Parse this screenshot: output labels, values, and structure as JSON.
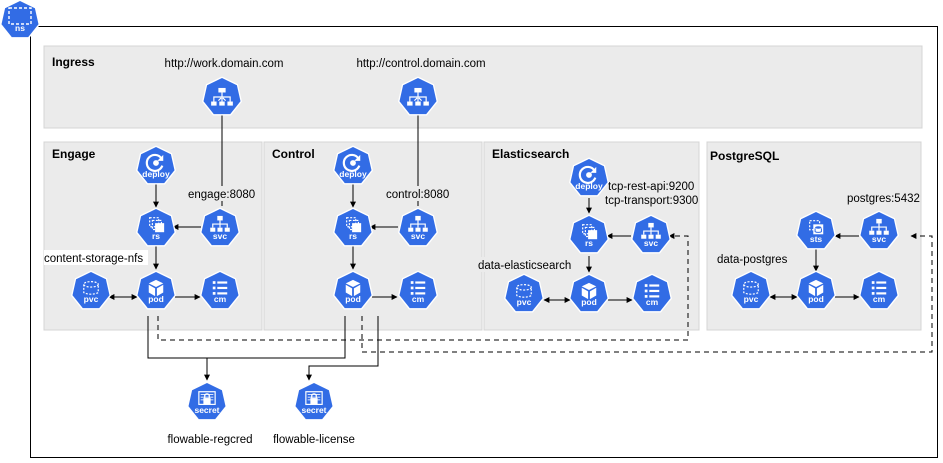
{
  "namespace": {
    "label": "ns"
  },
  "panels": {
    "ingress": {
      "title": "Ingress"
    },
    "engage": {
      "title": "Engage"
    },
    "control": {
      "title": "Control"
    },
    "elasticsearch": {
      "title": "Elasticsearch"
    },
    "postgresql": {
      "title": "PostgreSQL"
    }
  },
  "ingress": {
    "work_url": "http://work.domain.com",
    "control_url": "http://control.domain.com"
  },
  "engage": {
    "service_port": "engage:8080",
    "storage": "content-storage-nfs"
  },
  "control": {
    "service_port": "control:8080"
  },
  "elasticsearch": {
    "rest_port": "tcp-rest-api:9200",
    "transport_port": "tcp-transport:9300",
    "storage": "data-elasticsearch"
  },
  "postgresql": {
    "service_port": "postgres:5432",
    "storage": "data-postgres"
  },
  "secrets": {
    "regcred": "flowable-regcred",
    "license": "flowable-license"
  },
  "icon_labels": {
    "deploy": "deploy",
    "rs": "rs",
    "svc": "svc",
    "pod": "pod",
    "pvc": "pvc",
    "cm": "cm",
    "sts": "sts",
    "secret": "secret"
  },
  "colors": {
    "k8s_blue": "#326CE5",
    "panel_fill": "#EBEBEB",
    "panel_border": "#D4D4D4"
  }
}
